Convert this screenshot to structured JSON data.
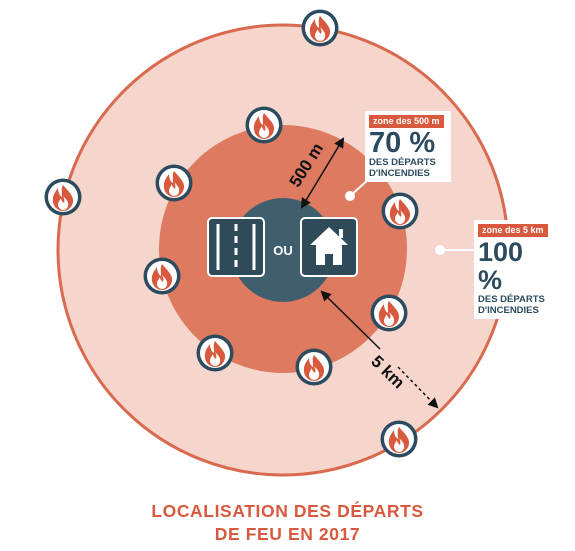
{
  "colors": {
    "outer_zone": "#f6d6cc",
    "outer_border": "#d96a4f",
    "inner_zone": "#dd7a60",
    "center": "#3f5e6e",
    "center_dark": "#2f4b59",
    "accent": "#d8593e",
    "navy": "#2c4b5e",
    "white": "#ffffff"
  },
  "center": {
    "road_icon": "road-icon",
    "separator": "OU",
    "house_icon": "house-icon"
  },
  "distances": {
    "inner_label": "500 m",
    "outer_label": "5 km"
  },
  "callouts": {
    "inner": {
      "tag": "zone des 500 m",
      "percent": "70 %",
      "line1": "DES DÉPARTS",
      "line2": "D'INCENDIES"
    },
    "outer": {
      "tag": "zone des 5 km",
      "percent": "100 %",
      "line1": "DES DÉPARTS",
      "line2": "D'INCENDIES"
    }
  },
  "fire_icon": "fire-icon",
  "caption": {
    "line1": "LOCALISATION DES DÉPARTS",
    "line2": "DE FEU EN 2017"
  }
}
